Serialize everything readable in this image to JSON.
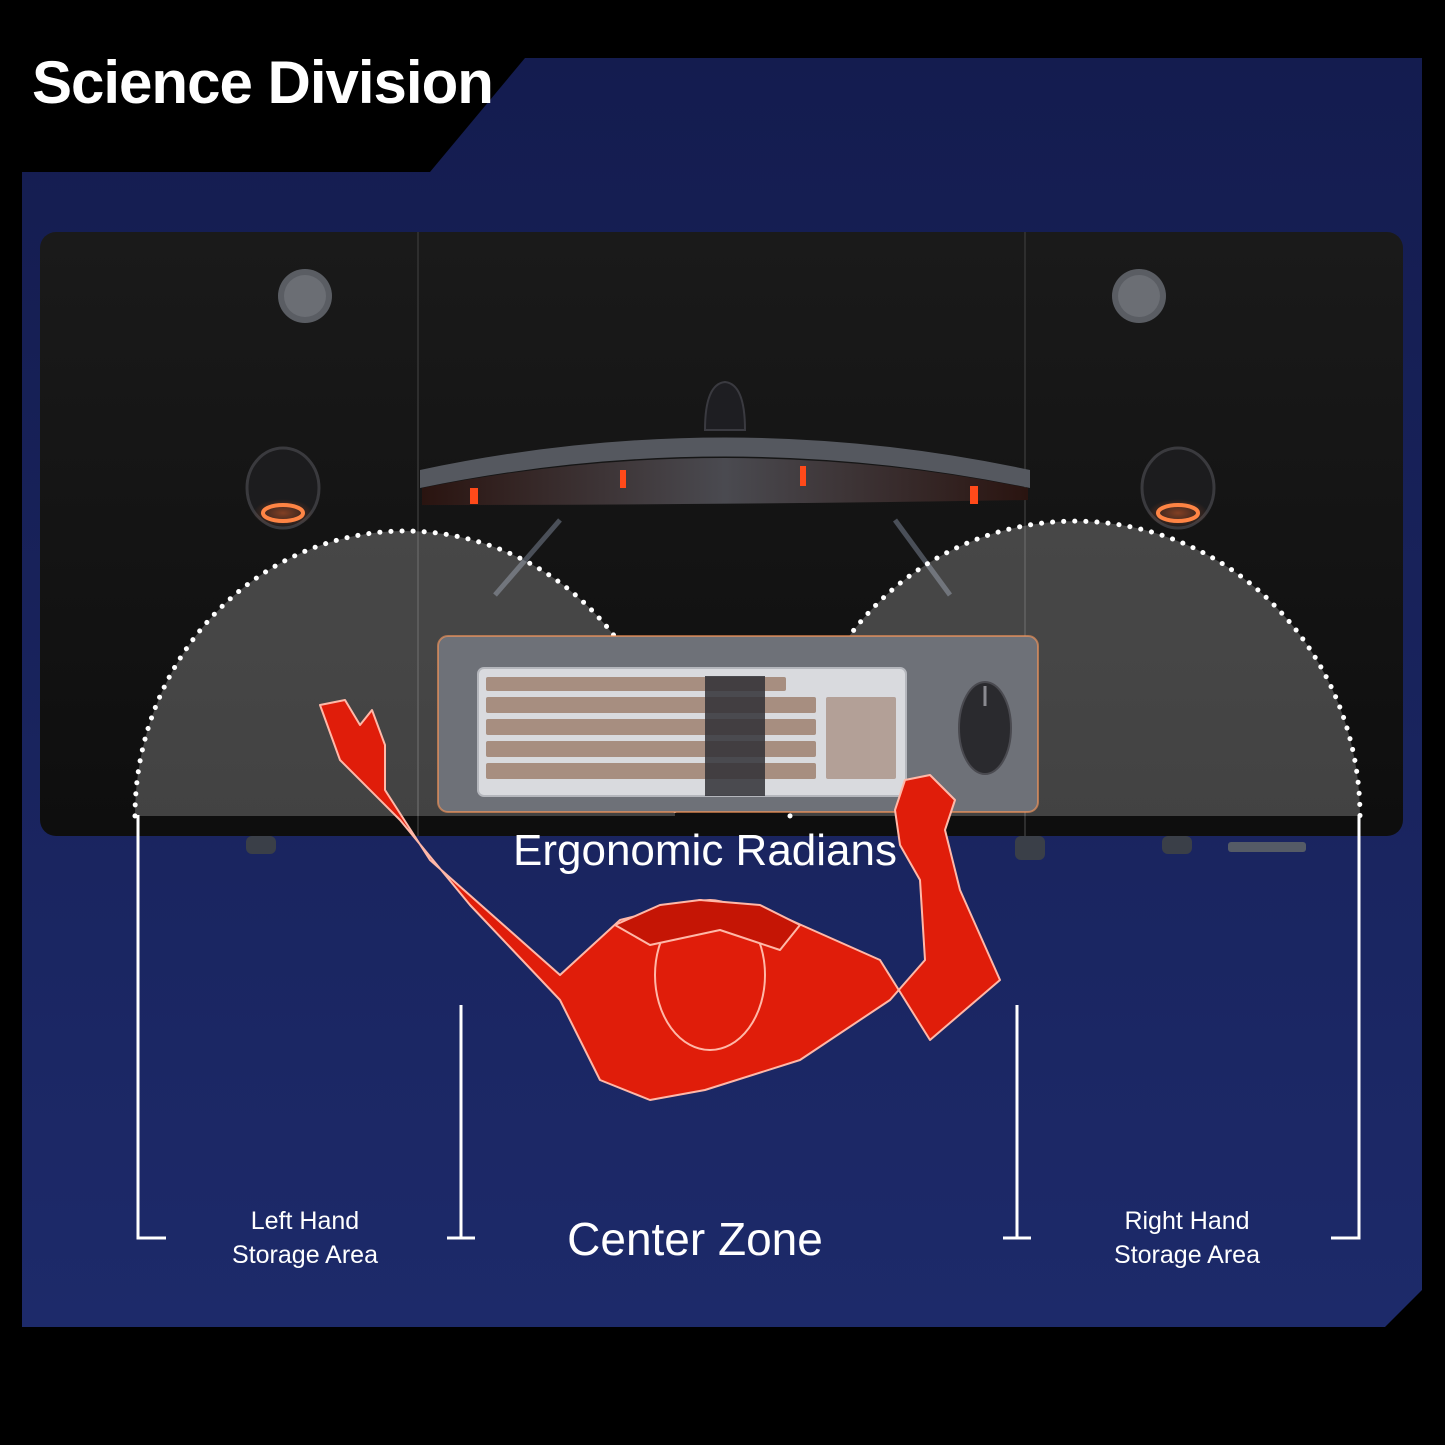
{
  "header": {
    "title": "Science Division"
  },
  "labels": {
    "ergonomic": "Ergonomic Radians",
    "center_zone": "Center Zone",
    "left_area_line1": "Left Hand",
    "left_area_line2": "Storage Area",
    "right_area_line1": "Right Hand",
    "right_area_line2": "Storage Area"
  },
  "colors": {
    "background": "#000000",
    "panel_top": "#151d52",
    "panel_bottom": "#1d2b6b",
    "desk": "#121212",
    "figure": "#e01d0a",
    "accent_glow": "#ff7a3d",
    "text": "#ffffff"
  },
  "icons": [
    "monitor-icon",
    "keyboard-icon",
    "mouse-icon",
    "speaker-icon",
    "cable-grommet-icon",
    "person-figure-icon"
  ]
}
